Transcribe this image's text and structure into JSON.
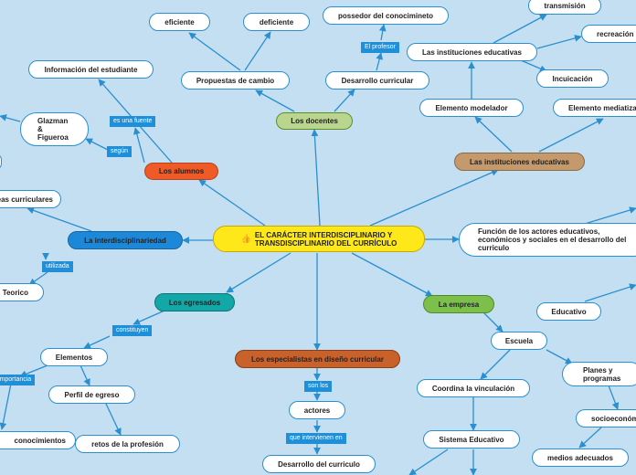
{
  "central": {
    "line1": "EL CARÁCTER INTERDISCIPLINARIO Y",
    "line2": "TRANSDISCIPLINARIO DEL CURRÍCULO",
    "icon": "thumbs-up-icon"
  },
  "nodes": {
    "los_alumnos": "Los alumnos",
    "informacion": "Información del estudiante",
    "glazman1": "Glazman",
    "glazman2": "&",
    "glazman3": "Figueroa",
    "los_docentes": "Los docentes",
    "propuestas": "Propuestas de cambio",
    "eficiente": "eficiente",
    "deficiente": "deficiente",
    "desarrollo_curricular": "Desarrollo curricular",
    "poseedor": "possedor del conocimineto",
    "instituciones_white": "Las instituciones educativas",
    "transmision": "transmisión",
    "recreacion": "recreación",
    "inculcacion": "Incuicación",
    "instituciones_brown": "Las instituciones educativas",
    "elemento_modelador": "Elemento modelador",
    "elemento_mediatizador": "Elemento mediatizador",
    "interdisciplinariedad": "La interdisciplinariedad",
    "curriculares": "Áreas curriculares",
    "teorico": "Teorico",
    "funcion1": "Función de los actores educativos,",
    "funcion2": "económicos y sociales en el desarrollo del",
    "funcion3": "curriculo",
    "egresados": "Los egresados",
    "elementos": "Elementos",
    "perfil": "Perfil de egreso",
    "conocimientos": "conocimientos",
    "retos": "retos de la profesión",
    "especialistas": "Los especialistas en diseño curricular",
    "actores": "actores",
    "desarrollo_curriculo": "Desarrollo del curriculo",
    "la_empresa": "La empresa",
    "educativo": "Educativo",
    "escuela": "Escuela",
    "coordina": "Coordina la vinculación",
    "planes1": "Planes y",
    "planes2": "programas",
    "sistema": "Sistema Educativo",
    "socioeconomico": "socioeconómico",
    "medios": "medios adecuados"
  },
  "labels": {
    "es_una_fuente": "es una fuente",
    "segun": "según",
    "el_profesor": "El profesor",
    "utilizada": "utilizada",
    "constituyen": "constituyen",
    "importancia": "importancia",
    "son_los": "son los",
    "que_intervienen": "que intervienen en"
  },
  "colors": {
    "background": "#c5dff2",
    "edge": "#2a8fd0",
    "central": "#ffe81a",
    "alumnos": "#ef5a27",
    "docentes": "#b9d58e",
    "instituciones": "#c49a6c",
    "interdisciplinariedad": "#1e88d8",
    "egresados": "#14a7a7",
    "especialistas": "#c8612a",
    "empresa": "#7cc04b"
  }
}
